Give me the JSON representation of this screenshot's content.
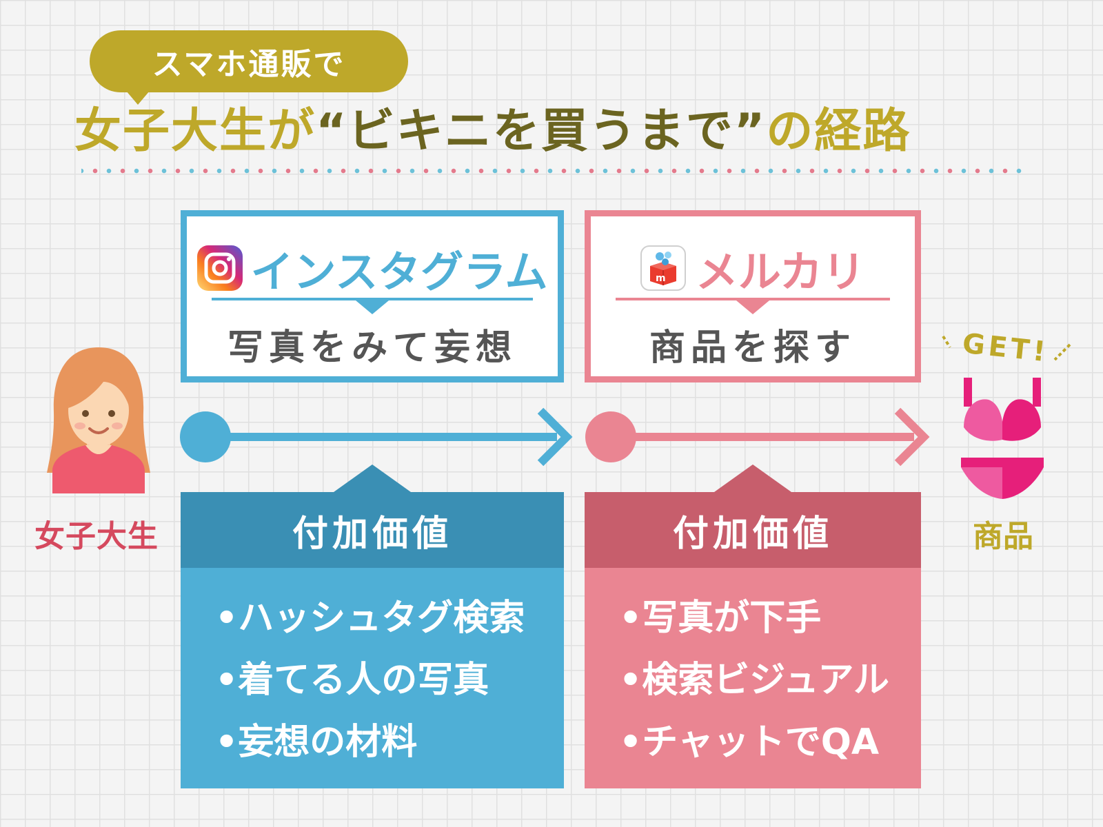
{
  "header": {
    "bubble_text": "スマホ通販で",
    "title_part1": "女子大生が",
    "title_part2": "“ビキニを買うまで”",
    "title_part3": "の経路"
  },
  "persona": {
    "label": "女子大生"
  },
  "steps": [
    {
      "name": "インスタグラム",
      "caption": "写真をみて妄想",
      "value_title": "付加価値",
      "values": [
        "•ハッシュタグ検索",
        "•着てる人の写真",
        "•妄想の材料"
      ],
      "icon": "instagram-icon",
      "color": "#4fafd6",
      "dark_color": "#3a8fb4"
    },
    {
      "name": "メルカリ",
      "caption": "商品を探す",
      "value_title": "付加価値",
      "values": [
        "•写真が下手",
        "•検索ビジュアル",
        "•チャットでQA"
      ],
      "icon": "mercari-icon",
      "color": "#ea8592",
      "dark_color": "#c75e6c"
    }
  ],
  "goal": {
    "get_text": "GET!",
    "label": "商品",
    "icon": "bikini-icon"
  },
  "colors": {
    "gold": "#bea82a",
    "dark_gold": "#6b6420",
    "girl_label": "#d5495e",
    "bikini": "#e61f7a"
  }
}
